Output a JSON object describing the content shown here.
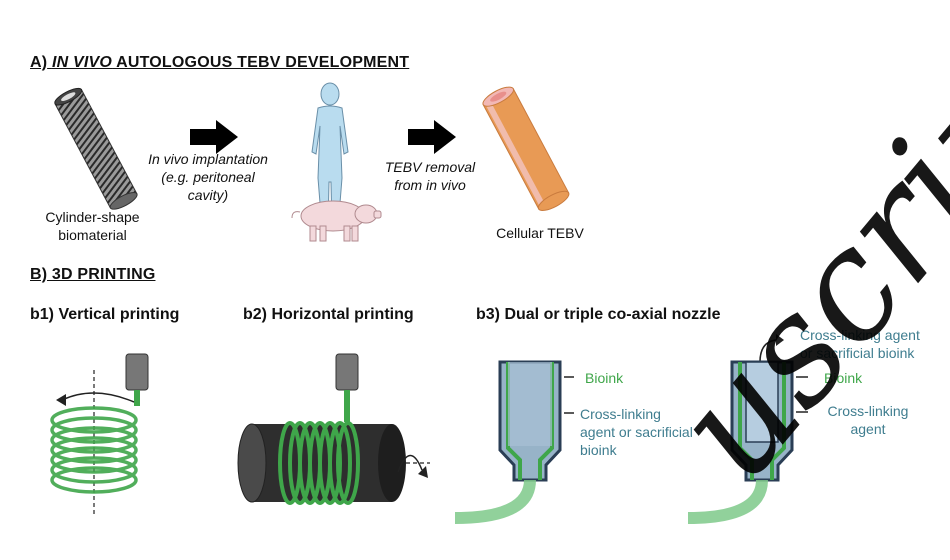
{
  "section_a": {
    "title_italic": "IN VIVO",
    "title_rest": " AUTOLOGOUS TEBV DEVELOPMENT",
    "title_prefix": "A)",
    "biomaterial_label_1": "Cylinder-shape",
    "biomaterial_label_2": "biomaterial",
    "step1_line1": "In vivo implantation",
    "step1_line2": "(e.g. peritoneal",
    "step1_line3": "cavity)",
    "step2_line1": "TEBV removal",
    "step2_line2": "from in vivo",
    "tebv_label": "Cellular TEBV"
  },
  "section_b": {
    "title": "B) 3D PRINTING",
    "b1": "b1) Vertical printing",
    "b2": "b2) Horizontal printing",
    "b3": "b3) Dual or triple co-axial nozzle",
    "nozzle1": {
      "bioink": "Bioink",
      "crosslink_1": "Cross-linking",
      "crosslink_2": "agent or sacrificial",
      "crosslink_3": "bioink"
    },
    "nozzle2": {
      "top_1": "Cross-linking agent",
      "top_2": "or sacrificial bioink",
      "bioink": "Bioink",
      "crosslink_1": "Cross-linking",
      "crosslink_2": "agent"
    }
  },
  "watermark": "uscript",
  "colors": {
    "green": "#3fa64a",
    "teal": "#3f7d8f",
    "body_blue": "#b9dcef",
    "tebv_orange": "#e89a55",
    "nozzle_blue": "#97b3c8"
  }
}
